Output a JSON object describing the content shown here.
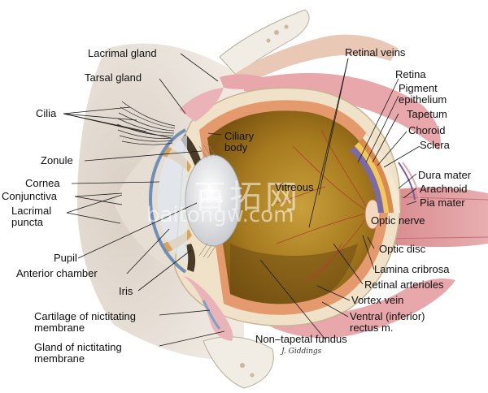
{
  "labels": {
    "lacrimal_gland": "Lacrimal gland",
    "tarsal_gland": "Tarsal gland",
    "cilia": "Cilia",
    "zonule": "Zonule",
    "cornea": "Cornea",
    "conjunctiva": "Conjunctiva",
    "lacrimal_puncta": "Lacrimal puncta",
    "pupil": "Pupil",
    "anterior_chamber": "Anterior chamber",
    "iris": "Iris",
    "cartilage": "Cartilage of nictitating membrane",
    "gland_nictitating": "Gland of nictitating membrane",
    "ciliary_body": "Ciliary body",
    "lens": "Lens",
    "vitreous": "Vitreous",
    "retinal_veins": "Retinal veins",
    "retina": "Retina",
    "pigment_epithelium": "Pigment epithelium",
    "tapetum": "Tapetum",
    "choroid": "Choroid",
    "sclera": "Sclera",
    "dura_mater": "Dura mater",
    "arachnoid": "Arachnoid",
    "pia_mater": "Pia mater",
    "optic_nerve": "Optic nerve",
    "optic_disc": "Optic disc",
    "lamina_cribrosa": "Lamina cribrosa",
    "retinal_arterioles": "Retinal arterioles",
    "vortex_vein": "Vortex vein",
    "ventral_rectus": "Ventral (inferior) rectus m.",
    "non_tapetal_fundus": "Non–tapetal fundus"
  },
  "watermark": {
    "line1": "百拓网",
    "line2": "baitongw.com"
  },
  "signature": "J. Giddings"
}
